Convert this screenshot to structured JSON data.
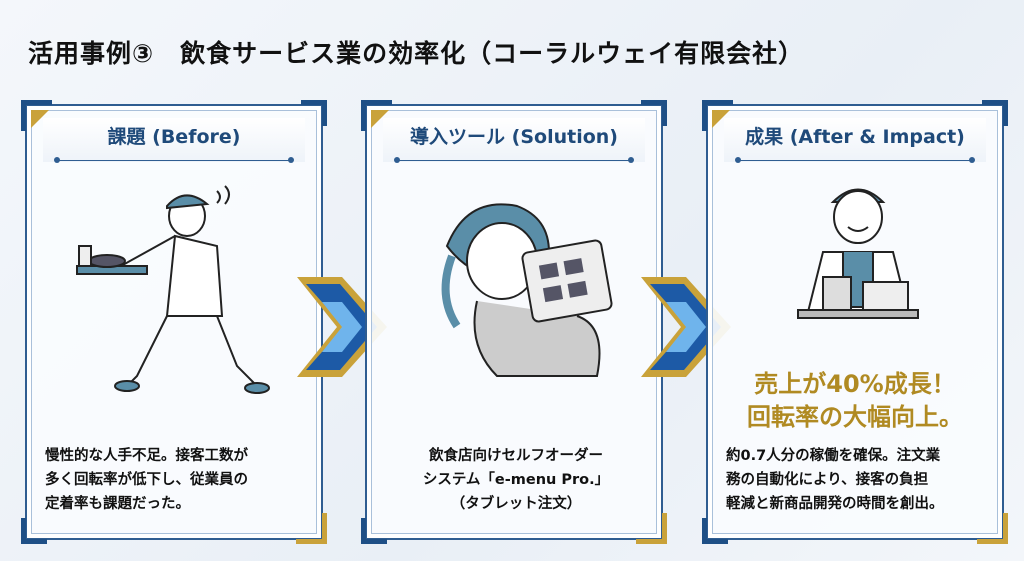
{
  "title": "活用事例③　飲食サービス業の効率化（コーラルウェイ有限会社）",
  "panels": [
    {
      "heading": "課題 (Before)",
      "lines": [
        "慢性的な人手不足。接客工数が",
        "多く回転率が低下し、従業員の",
        "定着率も課題だった。"
      ]
    },
    {
      "heading": "導入ツール (Solution)",
      "lines": [
        "飲食店向けセルフオーダー",
        "システム「e-menu Pro.」",
        "（タブレット注文）"
      ]
    },
    {
      "heading": "成果 (After & Impact)",
      "impact": [
        "売上が40%成長！",
        "回転率の大幅向上。"
      ],
      "lines": [
        "約0.7人分の稼働を確保。注文業",
        "務の自動化により、接客の負担",
        "軽減と新商品開発の時間を創出。"
      ]
    }
  ],
  "colors": {
    "navy": "#1f4a7a",
    "gold": "#b08a22",
    "accent": "#5a8ea8"
  }
}
